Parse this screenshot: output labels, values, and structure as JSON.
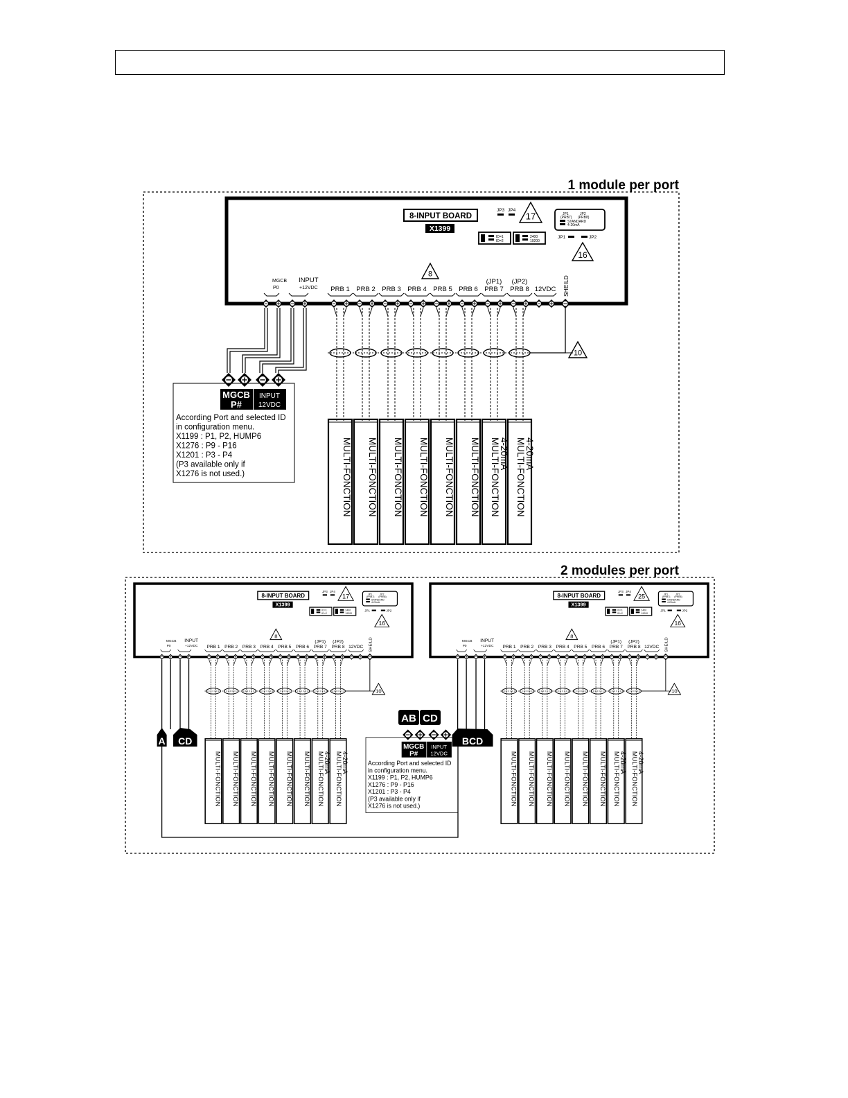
{
  "header": {
    "text": ""
  },
  "section1": {
    "title": "1 module per port"
  },
  "section2": {
    "title": "2 modules per port"
  },
  "board": {
    "name": "8-INPUT BOARD",
    "model": "X1399",
    "jumpers_top": [
      "JP3",
      "JP4"
    ],
    "jp12_labels": [
      "JP1",
      "JP2"
    ],
    "jp12_sub": [
      "(PRB7)",
      "(PRB8)"
    ],
    "jp12_modes": [
      "STANDARD",
      "4-20mA"
    ],
    "jp3_opts": [
      "ID=1",
      "ID=2"
    ],
    "jp4_opts": [
      "2400",
      "19200"
    ],
    "jp_bottom": [
      "JP1",
      "JP2"
    ],
    "mgcb": {
      "line1": "MGCB",
      "line2": "P0"
    },
    "input": {
      "line1": "INPUT",
      "line2": "+12VDC"
    },
    "prb_labels": [
      "PRB 1",
      "PRB 2",
      "PRB 3",
      "PRB 4",
      "PRB 5",
      "PRB 6",
      "PRB 7",
      "PRB 8"
    ],
    "jp_above": [
      "(JP1)",
      "(JP2)"
    ],
    "vdc": "12VDC",
    "shield": "SHEILD",
    "triangle_numbers": {
      "t17": "17",
      "t16": "16",
      "t8": "8",
      "t10": "10",
      "t25": "25"
    }
  },
  "terminal": {
    "mgcb_line1": "MGCB",
    "mgcb_line2": "P#",
    "input_line1": "INPUT",
    "input_line2": "12VDC",
    "note": [
      "According Port and selected ID",
      "in configuration menu.",
      "X1199 : P1, P2, HUMP6",
      "X1276 : P9 - P16",
      "X1201 : P3 - P4",
      "(P3 available only if",
      " X1276 is not used.)"
    ]
  },
  "modules": {
    "labels": [
      "MULTI-FONCTION",
      "MULTI-FONCTION",
      "MULTI-FONCTION",
      "MULTI-FONCTION",
      "MULTI-FONCTION",
      "MULTI-FONCTION",
      "MULTI-FONCTION",
      "MULTI-FONCTION"
    ],
    "sub": [
      "",
      "",
      "",
      "",
      "",
      "",
      "4-20mA",
      "4-20mA"
    ]
  },
  "connectors": {
    "left": [
      "A",
      "CD"
    ],
    "right": [
      "BCD"
    ],
    "block": [
      "AB",
      "CD"
    ]
  }
}
